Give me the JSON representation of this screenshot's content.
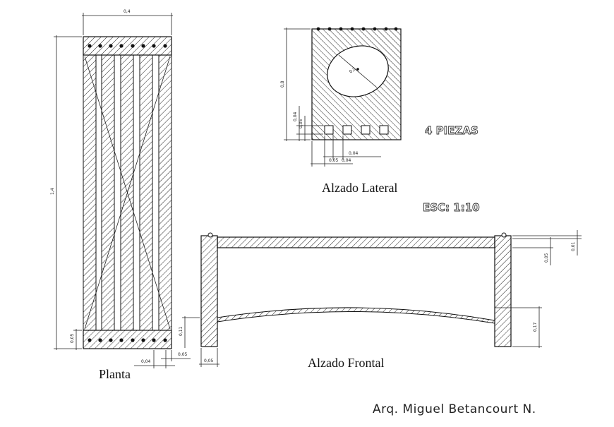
{
  "labels": {
    "planta": "Planta",
    "alzado_lateral": "Alzado Lateral",
    "alzado_frontal": "Alzado Frontal",
    "piezas": "4 PIEZAS",
    "escala": "ESC: 1:10",
    "author": "Arq. Miguel Betancourt N."
  },
  "dimensions": {
    "plan_width": "0,4",
    "plan_length": "1,4",
    "plan_end": "0,05",
    "plan_slat": "0,04",
    "plan_gap": "0,05",
    "side_height": "0,8",
    "side_diameter": "0,2",
    "side_slat_h": "0,04",
    "side_base": "0,05",
    "side_slat_w": "0,04",
    "side_spacing": "0,05",
    "side_spacing_b": "0,04",
    "front_top": "0,01",
    "front_rail": "0,05",
    "front_leg_w": "0,05",
    "front_arc_left": "0,11",
    "front_arc_right": "0,17"
  },
  "colors": {
    "line": "#222222",
    "background": "#ffffff"
  }
}
